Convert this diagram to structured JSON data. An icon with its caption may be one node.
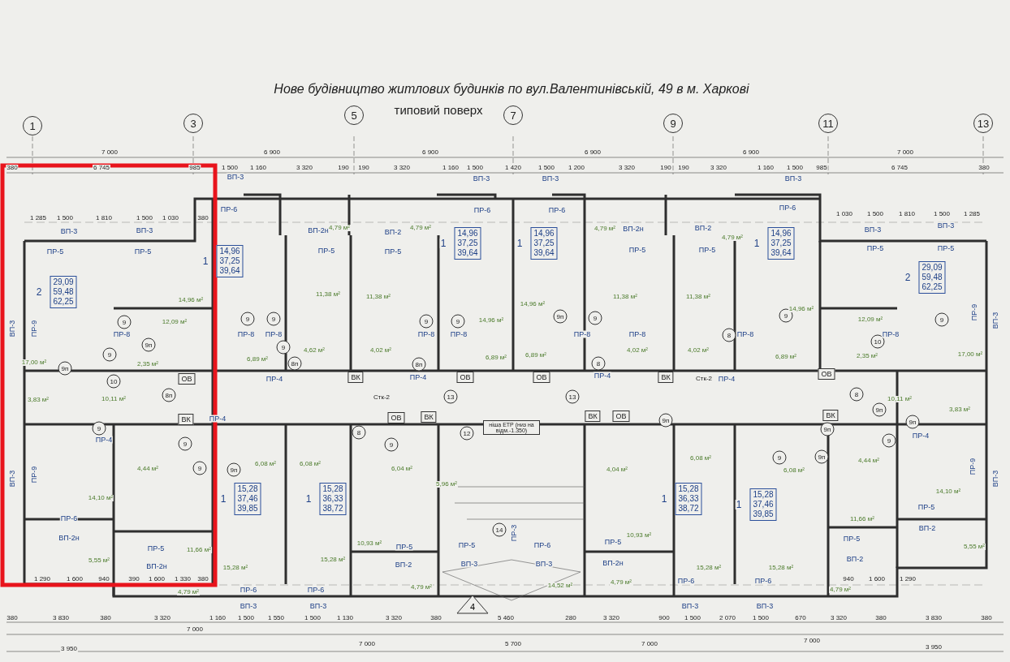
{
  "diagram": {
    "title": "Нове будівництво житлових будинків по вул.Валентинівській, 49 в м. Харкові",
    "nodes": [
      {
        "text": [
          "1"
        ]
      },
      {
        "text": [
          "3"
        ]
      },
      {
        "text": [
          "5"
        ]
      },
      {
        "text": [
          "7"
        ]
      },
      {
        "text": [
          "9"
        ]
      },
      {
        "text": [
          "11"
        ]
      },
      {
        "text": [
          "13"
        ]
      },
      {
        "text": [
          "29,09",
          "59,48",
          "62,25"
        ],
        "beside": [
          "2"
        ]
      },
      {
        "text": [
          "14,96",
          "37,25",
          "39,64"
        ],
        "beside": [
          "1"
        ]
      },
      {
        "text": [
          "14,96",
          "37,25",
          "39,64"
        ],
        "beside": [
          "1"
        ]
      },
      {
        "text": [
          "14,96",
          "37,25",
          "39,64"
        ],
        "beside": [
          "1"
        ]
      },
      {
        "text": [
          "14,96",
          "37,25",
          "39,64"
        ],
        "beside": [
          "1"
        ]
      },
      {
        "text": [
          "29,09",
          "59,48",
          "62,25"
        ],
        "beside": [
          "2"
        ]
      },
      {
        "text": [
          "15,28",
          "37,46",
          "39,85"
        ],
        "beside": [
          "1"
        ]
      },
      {
        "text": [
          "15,28",
          "36,33",
          "38,72"
        ],
        "beside": [
          "1"
        ]
      },
      {
        "text": [
          "15,28",
          "36,33",
          "38,72"
        ],
        "beside": [
          "1"
        ]
      },
      {
        "text": [
          "15,28",
          "37,46",
          "39,85"
        ],
        "beside": [
          "1"
        ]
      },
      {
        "text": [
          "9"
        ]
      },
      {
        "text": [
          "9"
        ]
      },
      {
        "text": [
          "9п"
        ]
      },
      {
        "text": [
          "10"
        ]
      },
      {
        "text": [
          "9п"
        ]
      },
      {
        "text": [
          "8п"
        ]
      },
      {
        "text": [
          "9"
        ]
      },
      {
        "text": [
          "9"
        ]
      },
      {
        "text": [
          "9"
        ]
      },
      {
        "text": [
          "9п"
        ]
      },
      {
        "text": [
          "9"
        ]
      },
      {
        "text": [
          "9"
        ]
      },
      {
        "text": [
          "9"
        ]
      },
      {
        "text": [
          "8п"
        ]
      },
      {
        "text": [
          "9"
        ]
      },
      {
        "text": [
          "9"
        ]
      },
      {
        "text": [
          "8п"
        ]
      },
      {
        "text": [
          "8"
        ]
      },
      {
        "text": [
          "9п"
        ]
      },
      {
        "text": [
          "9"
        ]
      },
      {
        "text": [
          "13"
        ]
      },
      {
        "text": [
          "13"
        ]
      },
      {
        "text": [
          "8"
        ]
      },
      {
        "text": [
          "9"
        ]
      },
      {
        "text": [
          "12"
        ]
      },
      {
        "text": [
          "14"
        ]
      },
      {
        "text": [
          "9"
        ]
      },
      {
        "text": [
          "8"
        ]
      },
      {
        "text": [
          "10"
        ]
      },
      {
        "text": [
          "9"
        ]
      },
      {
        "text": [
          "8"
        ]
      },
      {
        "text": [
          "9п"
        ]
      },
      {
        "text": [
          "9п"
        ]
      },
      {
        "text": [
          "9п"
        ]
      },
      {
        "text": [
          "9"
        ]
      },
      {
        "text": [
          "9п"
        ]
      },
      {
        "text": [
          "9"
        ]
      },
      {
        "text": [
          "9п"
        ]
      },
      {
        "text": [
          "4"
        ]
      },
      {
        "text": [
          "ОВ"
        ]
      },
      {
        "text": [
          "ВК"
        ]
      },
      {
        "text": [
          "ВК"
        ]
      },
      {
        "text": [
          "ОВ"
        ]
      },
      {
        "text": [
          "ОВ"
        ]
      },
      {
        "text": [
          "ВК"
        ]
      },
      {
        "text": [
          "ОВ"
        ]
      },
      {
        "text": [
          "ВК"
        ]
      },
      {
        "text": [
          "ВК"
        ]
      },
      {
        "text": [
          "ОВ"
        ]
      },
      {
        "text": [
          "ОВ"
        ]
      },
      {
        "text": [
          "ВК"
        ]
      },
      {
        "text": [
          "ніша ЕТР (низ на відм.-1.350)"
        ]
      }
    ],
    "labels": [
      "типовий поверх",
      "7 000",
      "6 900",
      "6 900",
      "6 900",
      "6 900",
      "7 000",
      "380",
      "6 745",
      "985",
      "1 500",
      "1 160",
      "3 320",
      "190",
      "190",
      "3 320",
      "1 160",
      "1 500",
      "1 420",
      "1 500",
      "1 200",
      "3 320",
      "190",
      "190",
      "3 320",
      "1 160",
      "1 500",
      "985",
      "6 745",
      "380",
      "ВП-3",
      "ВП-3",
      "ВП-3",
      "ВП-3",
      "1 285",
      "1 500",
      "1 810",
      "1 500",
      "1 030",
      "380",
      "1 030",
      "1 500",
      "1 810",
      "1 500",
      "1 285",
      "ВП-3",
      "ВП-3",
      "ВП-3",
      "ВП-3",
      "ПР-5",
      "ПР-5",
      "ПР-5",
      "ПР-5",
      "ПР-6",
      "ПР-6",
      "ПР-6",
      "ПР-6",
      "ВП-2н",
      "ВП-2",
      "ВП-2н",
      "ВП-2",
      "ПР-5",
      "ПР-5",
      "ПР-5",
      "ПР-5",
      "ПР-9",
      "ПР-9",
      "ПР-9",
      "ПР-9",
      "ВП-3",
      "ВП-3",
      "ВП-3",
      "ВП-3",
      "ПР-8",
      "ПР-8",
      "ПР-8",
      "ПР-8",
      "ПР-8",
      "ПР-8",
      "ПР-8",
      "ПР-8",
      "ПР-8",
      "ПР-4",
      "ПР-4",
      "ПР-4",
      "ПР-4",
      "ПР-4",
      "ПР-4",
      "ПР-4",
      "ПР-6",
      "ВП-2н",
      "ПР-5",
      "ВП-2н",
      "ПР-6",
      "ПР-6",
      "ВП-3",
      "ВП-3",
      "ПР-5",
      "ВП-2",
      "ПР-5",
      "ВП-3",
      "ПР-6",
      "ВП-3",
      "ПР-5",
      "ВП-2н",
      "ПР-6",
      "ПР-6",
      "ВП-3",
      "ВП-3",
      "ПР-5",
      "ВП-2",
      "ПР-5",
      "ВП-2",
      "ПР-3",
      "17,00 м²",
      "12,09 м²",
      "14,96 м²",
      "2,35 м²",
      "3,83 м²",
      "10,11 м²",
      "4,44 м²",
      "14,10 м²",
      "11,66 м²",
      "5,55 м²",
      "4,79 м²",
      "6,89 м²",
      "11,38 м²",
      "4,62 м²",
      "4,79 м²",
      "4,02 м²",
      "11,38 м²",
      "4,79 м²",
      "14,96 м²",
      "14,96 м²",
      "6,89 м²",
      "6,89 м²",
      "4,79 м²",
      "11,38 м²",
      "4,02 м²",
      "4,02 м²",
      "11,38 м²",
      "4,79 м²",
      "14,96 м²",
      "6,89 м²",
      "12,09 м²",
      "2,35 м²",
      "17,00 м²",
      "10,11 м²",
      "3,83 м²",
      "6,08 м²",
      "6,08 м²",
      "15,28 м²",
      "15,28 м²",
      "6,04 м²",
      "5,96 м²",
      "10,93 м²",
      "4,79 м²",
      "14,52 м²",
      "4,04 м²",
      "10,93 м²",
      "4,79 м²",
      "6,08 м²",
      "6,08 м²",
      "15,28 м²",
      "15,28 м²",
      "4,44 м²",
      "14,10 м²",
      "11,66 м²",
      "5,55 м²",
      "4,79 м²",
      "1 290",
      "1 600",
      "940",
      "390",
      "1 600",
      "1 330",
      "380",
      "940",
      "1 600",
      "1 290",
      "380",
      "3 830",
      "380",
      "3 320",
      "1 160",
      "1 500",
      "1 550",
      "1 500",
      "1 130",
      "3 320",
      "380",
      "5 460",
      "280",
      "3 320",
      "900",
      "1 500",
      "2 070",
      "1 500",
      "670",
      "3 320",
      "380",
      "3 830",
      "380",
      "3 950",
      "7 000",
      "7 000",
      "5 700",
      "7 000",
      "7 000",
      "3 950",
      "Стк-2",
      "Стк-2"
    ]
  }
}
